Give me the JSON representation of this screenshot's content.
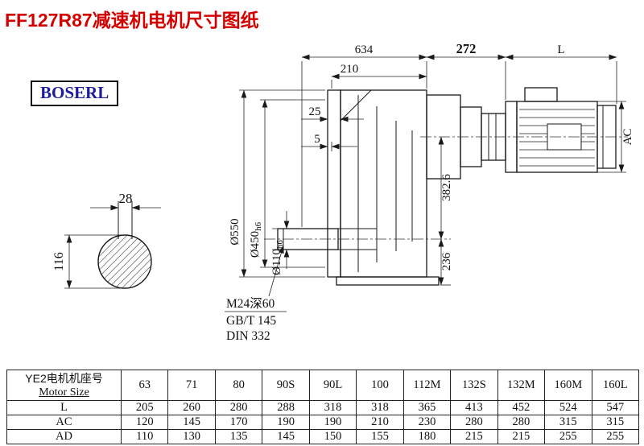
{
  "page": {
    "title": "FF127R87减速机电机尺寸图纸",
    "brand": "BOSERL"
  },
  "colors": {
    "title_red": "#d40000",
    "brand_blue": "#1c1c9c",
    "line": "#1a1a1a"
  },
  "drawing": {
    "dim_634": "634",
    "dim_272": "272",
    "dim_L": "L",
    "dim_210": "210",
    "dim_25": "25",
    "dim_5": "5",
    "dim_AC": "AC",
    "dim_382_6": "382.6",
    "dim_236": "236",
    "dia_550": "Ø550",
    "dia_450": "Ø450",
    "dia_450_tol": "h6",
    "dia_110": "Ø110",
    "dia_110_tol": "h6",
    "key_width": "28",
    "shaft_height": "116",
    "note_thread": "M24深60",
    "note_gb": "GB/T 145",
    "note_din": "DIN 332"
  },
  "table": {
    "header_cn": "YE2电机机座号",
    "header_en": "Motor Size",
    "sizes": [
      "63",
      "71",
      "80",
      "90S",
      "90L",
      "100",
      "112M",
      "132S",
      "132M",
      "160M",
      "160L"
    ],
    "rows": [
      {
        "label": "L",
        "values": [
          "205",
          "260",
          "280",
          "288",
          "318",
          "318",
          "365",
          "413",
          "452",
          "524",
          "547"
        ]
      },
      {
        "label": "AC",
        "values": [
          "120",
          "145",
          "170",
          "190",
          "190",
          "210",
          "230",
          "280",
          "280",
          "315",
          "315"
        ]
      },
      {
        "label": "AD",
        "values": [
          "110",
          "130",
          "135",
          "145",
          "150",
          "155",
          "180",
          "215",
          "215",
          "255",
          "255"
        ]
      }
    ]
  }
}
